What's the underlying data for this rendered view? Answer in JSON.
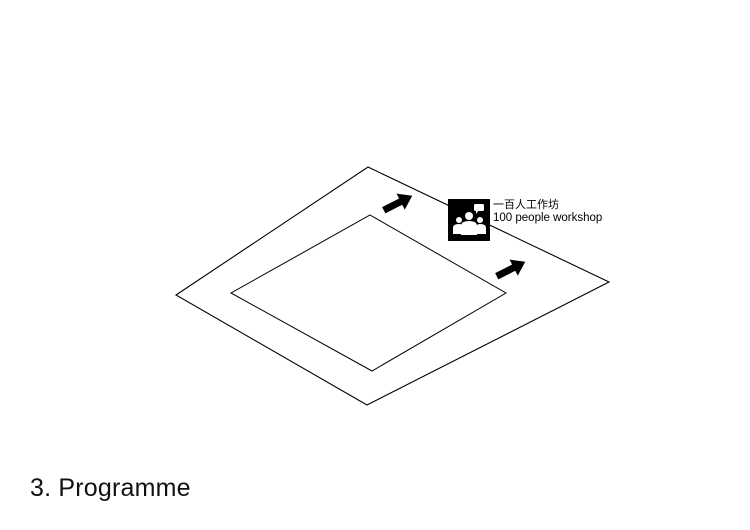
{
  "diagram": {
    "workshop_label_cn": "一百人工作坊",
    "workshop_label_en": "100 people workshop",
    "workshop_icon": "people-group-chat-icon",
    "arrow_icon": "arrow-up-right-icon"
  },
  "caption": {
    "text": "3. Programme"
  },
  "colors": {
    "line": "#000000",
    "background": "#ffffff"
  }
}
